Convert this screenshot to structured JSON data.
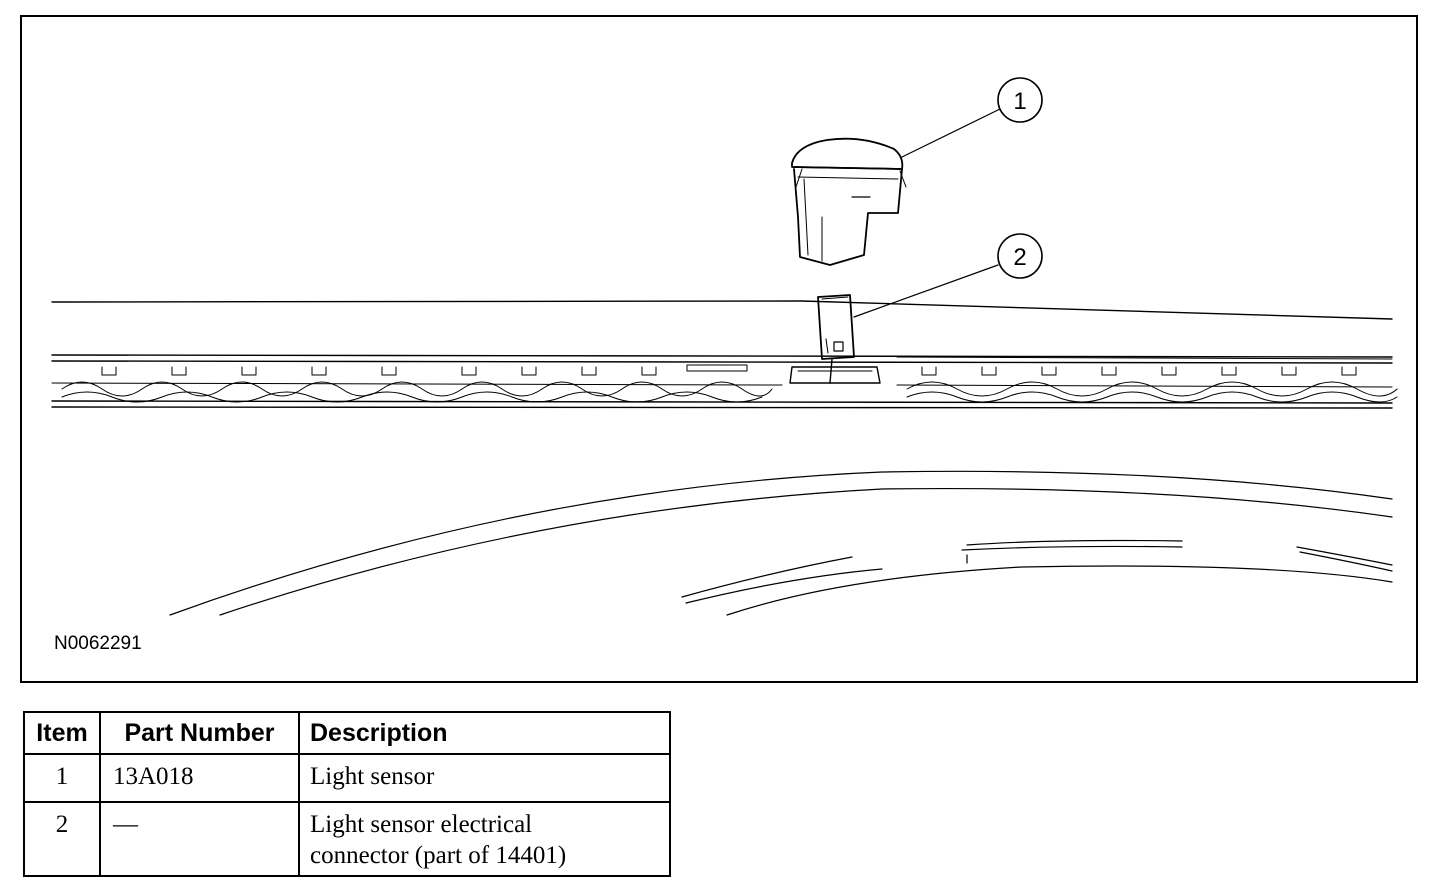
{
  "figure": {
    "id_label": "N0062291",
    "callouts": [
      {
        "number": "1"
      },
      {
        "number": "2"
      }
    ]
  },
  "table": {
    "headers": [
      "Item",
      "Part Number",
      "Description"
    ],
    "rows": [
      {
        "item": "1",
        "part_number": "13A018",
        "description": "Light sensor"
      },
      {
        "item": "2",
        "part_number": "—",
        "description_lines": [
          "Light sensor electrical",
          "connector (part of 14401)"
        ]
      }
    ]
  }
}
